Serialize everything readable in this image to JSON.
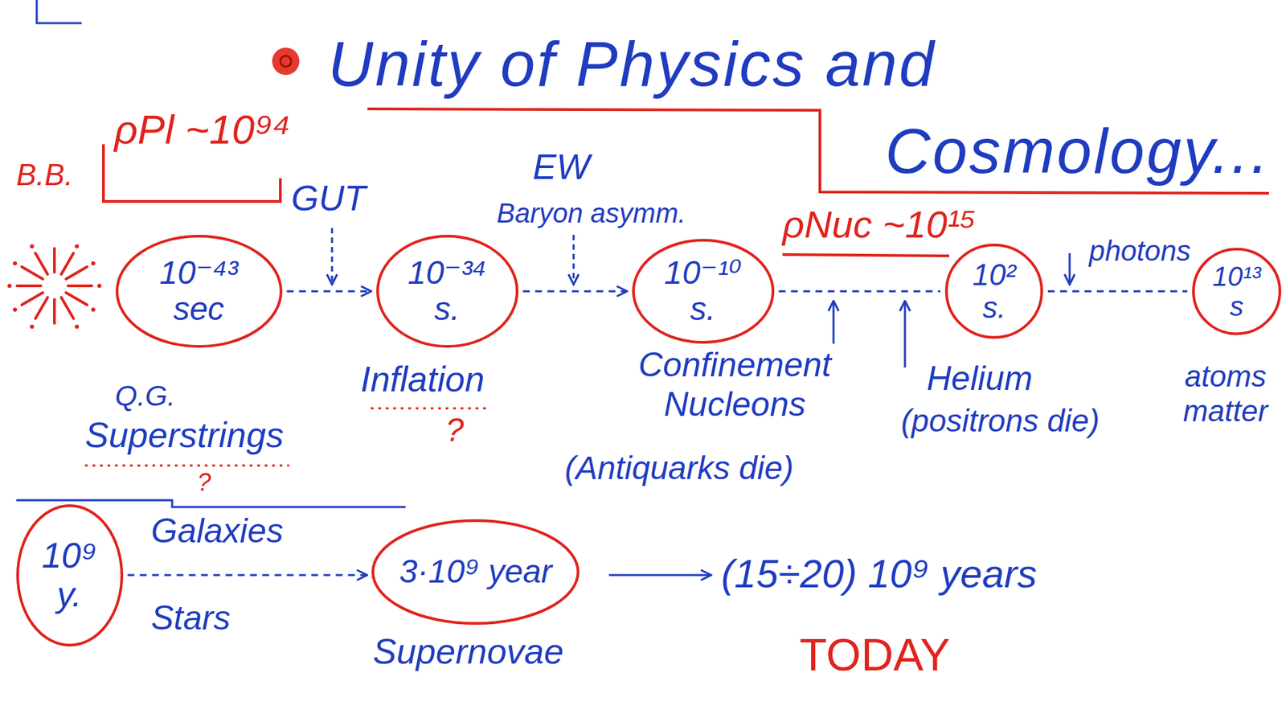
{
  "diagram": {
    "title": "Unity of Physics and Cosmology...",
    "nodes": [
      {
        "text": [
          "10⁻⁴³ sec"
        ]
      },
      {
        "text": [
          "10⁻³⁴ s."
        ]
      },
      {
        "text": [
          "10⁻¹⁰ s."
        ]
      },
      {
        "text": [
          "10² s."
        ]
      },
      {
        "text": [
          "10¹³ s"
        ]
      },
      {
        "text": [
          "10⁹ y."
        ]
      },
      {
        "text": [
          "3·10⁹ year"
        ]
      }
    ],
    "edges": [
      {
        "from": 0,
        "to": 1,
        "arrow": "to"
      },
      {
        "from": 1,
        "to": 2,
        "arrow": "to"
      },
      {
        "from": 2,
        "to": 3,
        "arrow": "none"
      },
      {
        "from": 3,
        "to": 4,
        "arrow": "none"
      },
      {
        "from": 5,
        "to": 6,
        "arrow": "to"
      }
    ],
    "labels": [
      "B.B.",
      "ρPl ~10⁹⁴",
      "GUT",
      "EW",
      "Baryon asymm.",
      "ρNuc ~10¹⁵",
      "photons",
      "Q.G.",
      "Superstrings",
      "?",
      "Inflation",
      "?",
      "Confinement Nucleons",
      "(Antiquarks die)",
      "Helium",
      "(positrons die)",
      "atoms matter",
      "Galaxies",
      "Stars",
      "Supernovae",
      "(15÷20) 10⁹ years",
      "TODAY"
    ]
  }
}
